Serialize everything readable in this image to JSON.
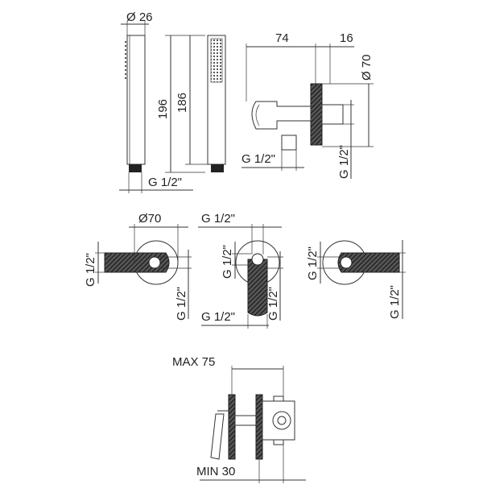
{
  "diagram": {
    "hand_shower": {
      "diameter": "Ø 26",
      "length_total": "196",
      "length_body": "186",
      "thread": "G 1/2\""
    },
    "wall_bracket": {
      "depth": "74",
      "plate": "16",
      "diameter": "Ø 70",
      "thread_bottom": "G 1/2\"",
      "thread_side": "G 1/2\""
    },
    "front_views": {
      "left_diameter": "Ø70",
      "left_thread_v": "G 1/2\"",
      "left_thread_v2": "G 1/2\"",
      "mid_thread_top": "G 1/2\"",
      "mid_thread_v": "G 1/2\"",
      "mid_thread_v2": "G 1/2\"",
      "mid_thread_bottom": "G 1/2\"",
      "right_thread_v": "G 1/2\"",
      "right_thread_v2": "G 1/2\""
    },
    "section": {
      "max": "MAX 75",
      "min": "MIN 30"
    }
  }
}
